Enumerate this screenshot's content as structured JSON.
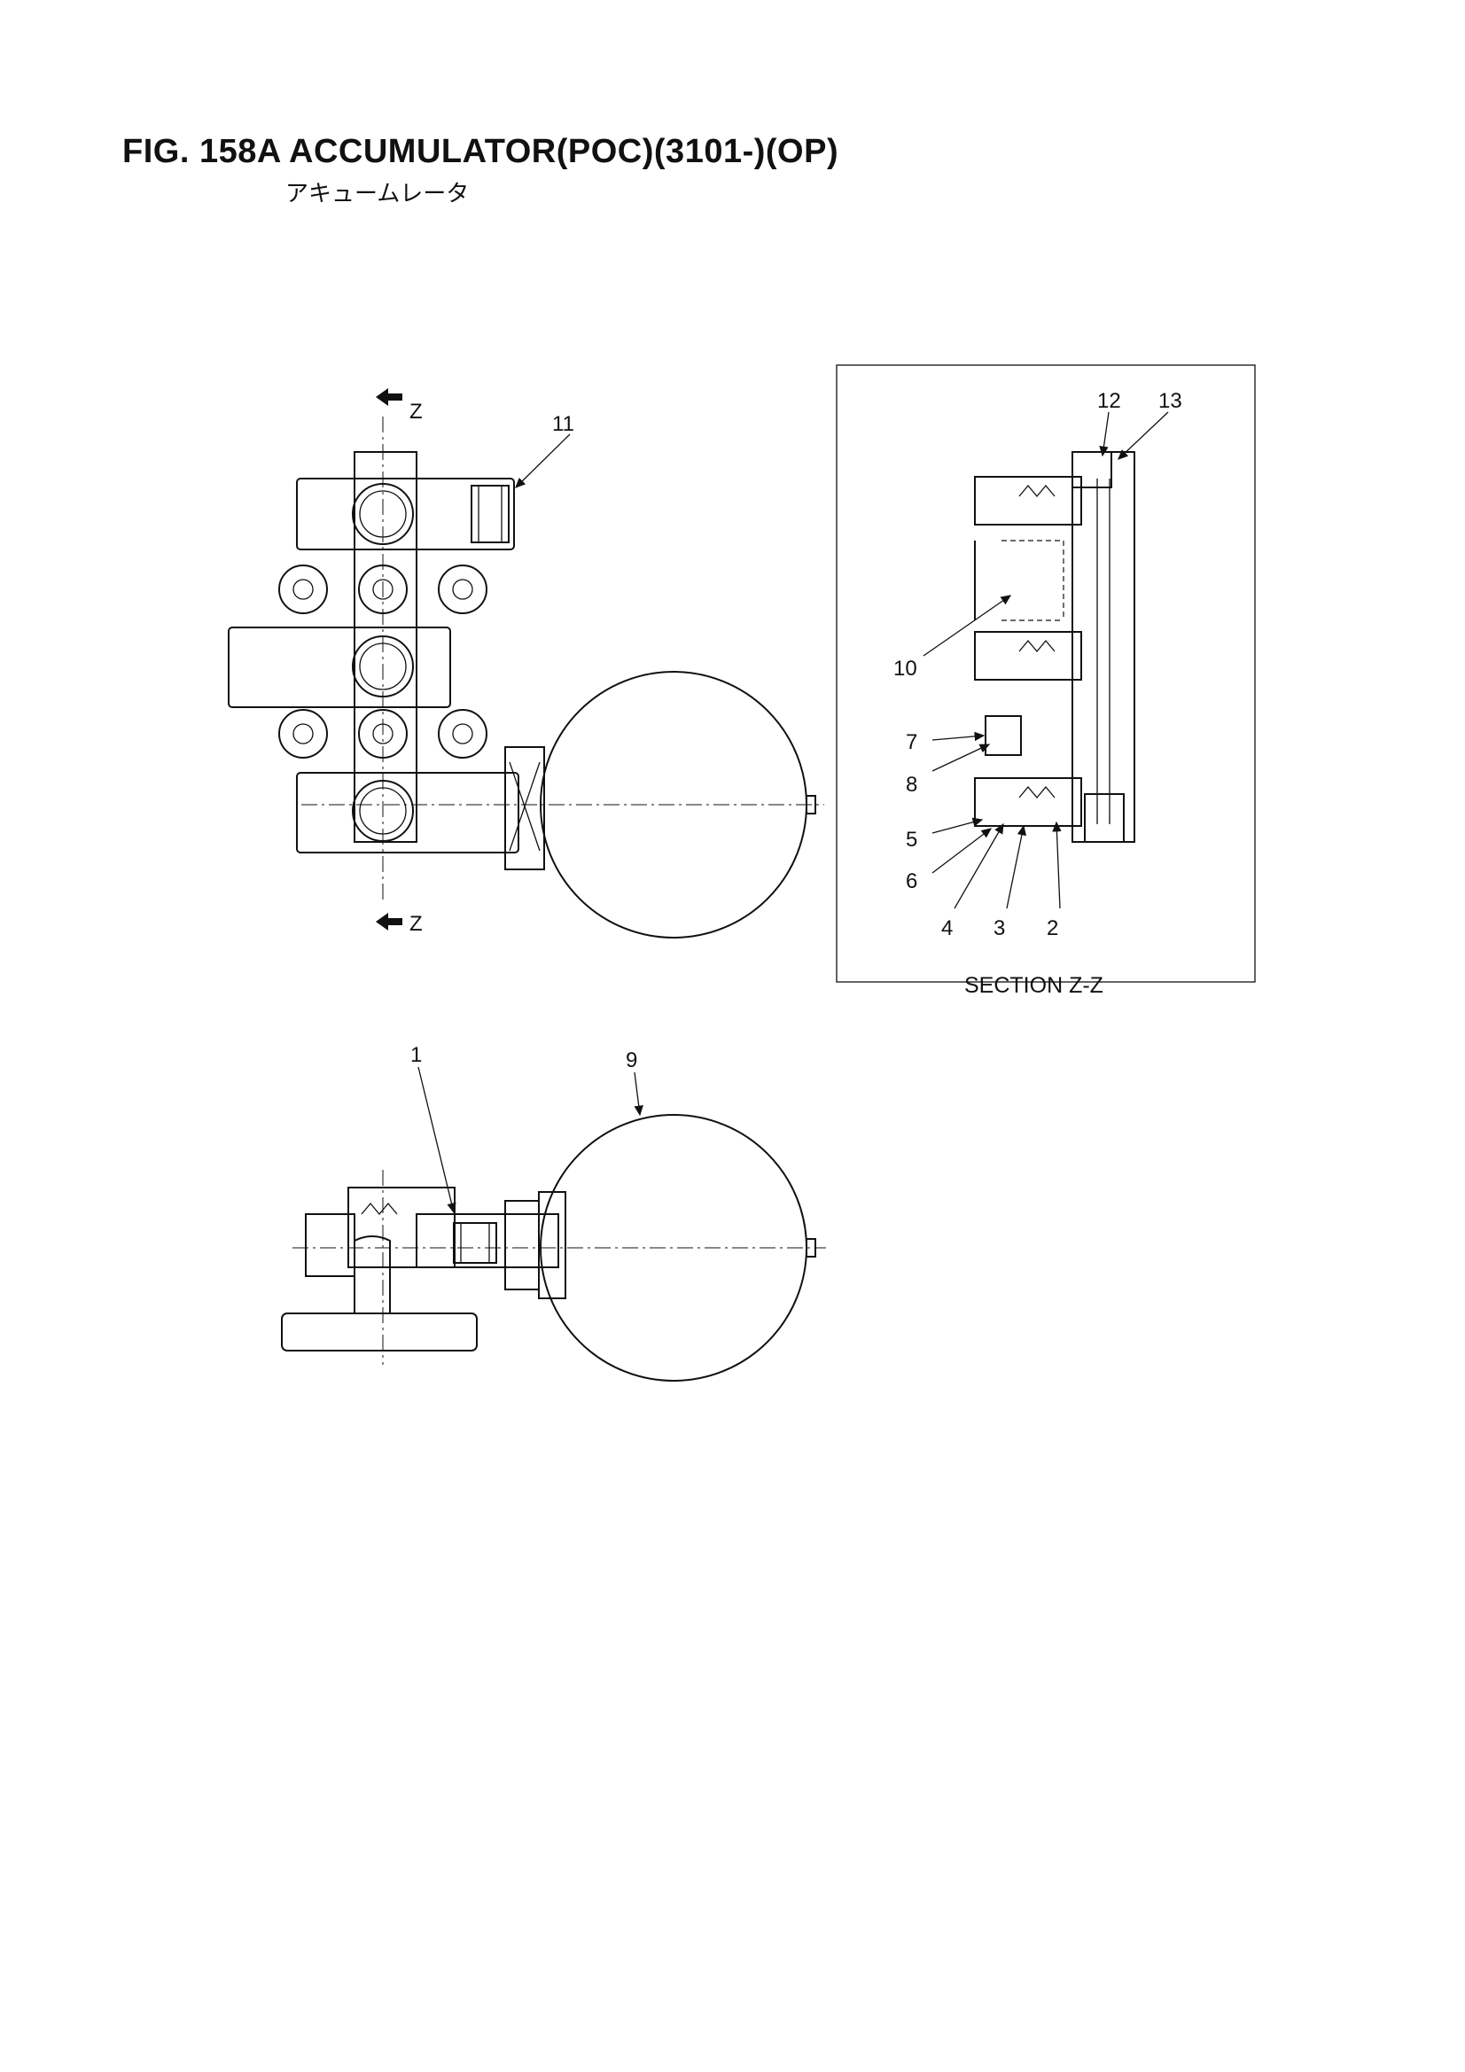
{
  "header": {
    "title": "FIG. 158A  ACCUMULATOR(POC)(3101-)(OP)",
    "subtitle": "アキュームレータ"
  },
  "section": {
    "caption": "SECTION Z-Z",
    "marker": "Z"
  },
  "callouts": {
    "c1": "1",
    "c2": "2",
    "c3": "3",
    "c4": "4",
    "c5": "5",
    "c6": "6",
    "c7": "7",
    "c8": "8",
    "c9": "9",
    "c10": "10",
    "c11": "11",
    "c12": "12",
    "c13": "13"
  }
}
